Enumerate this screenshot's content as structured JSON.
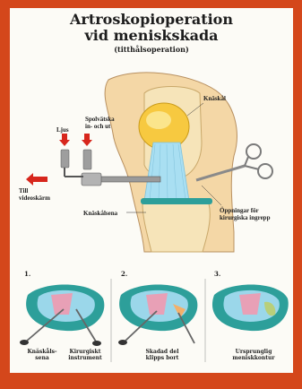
{
  "title": {
    "line1": "Artroskopioperation",
    "line2": "vid meniskskada",
    "line3": "(titthålsoperation)"
  },
  "main_labels": {
    "knaskal": "Knäskål",
    "spolvatska": "Spolvätska\nin- och ut",
    "ljus": "Ljus",
    "till_videoskarm": "Till\nvideoskärm",
    "knaskalssena": "Knäskålsena",
    "oppningar": "Öppningar för\nkirurgiska ingrepp"
  },
  "panels": [
    {
      "number": "1.",
      "labels": [
        "Knäskåls-\nsena",
        "Kirurgiskt\ninstrument"
      ]
    },
    {
      "number": "2.",
      "labels": [
        "Skadad del\nklipps bort"
      ]
    },
    {
      "number": "3.",
      "labels": [
        "Ursprunglig\nmeniskkontur"
      ]
    }
  ],
  "colors": {
    "border": "#d4471b",
    "bone": "#f2e1b0",
    "skin": "#f4d7a6",
    "cartilage": "#2d9f9a",
    "meniscus": "#9bd7ea",
    "pink": "#e8a0b6",
    "instrument": "#8a8a8a"
  }
}
